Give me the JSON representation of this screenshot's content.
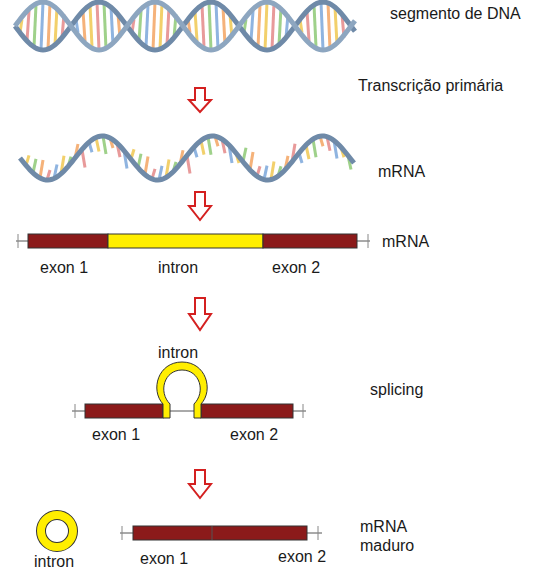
{
  "diagram": {
    "labels": [
      "segmento de DNA",
      "Transcrição primária",
      "mRNA",
      "mRNA",
      "exon 1",
      "intron",
      "exon 2",
      "intron",
      "splicing",
      "exon 1",
      "exon 2",
      "intron",
      "exon 1",
      "exon 2",
      "mRNA maduro"
    ]
  }
}
